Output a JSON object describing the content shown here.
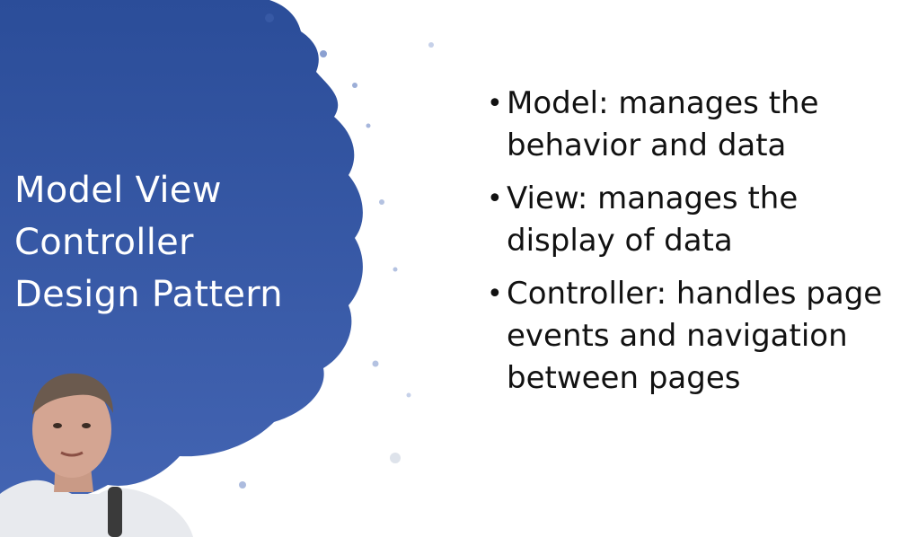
{
  "slide": {
    "title_lines": [
      "Model View",
      "Controller",
      "Design Pattern"
    ],
    "bullets": [
      "Model: manages the behavior and data",
      "View: manages the display of data",
      "Controller: handles page events and navigation between pages"
    ],
    "bullet_glyph": "•"
  },
  "colors": {
    "splash_top": "#2d4f9b",
    "splash_bottom": "#3d5fae",
    "title_text": "#ffffff",
    "body_text": "#111111"
  },
  "icons": {
    "splash": "paint-splash-shape",
    "presenter": "presenter-webcam-overlay"
  }
}
